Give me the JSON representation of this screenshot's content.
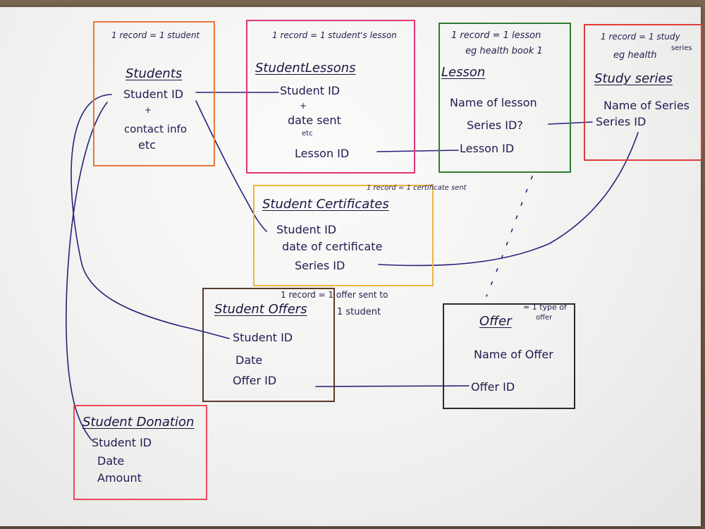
{
  "tables": {
    "students": {
      "note": "1 record = 1 student",
      "title": "Students",
      "fields": [
        "Student ID",
        "+",
        "contact info",
        "etc"
      ],
      "color": "#e8773c"
    },
    "student_lessons": {
      "note": "1 record = 1 student's lesson",
      "title": "StudentLessons",
      "fields": [
        "Student ID",
        "+",
        "date sent",
        "etc",
        "Lesson ID"
      ],
      "color": "#e0337a"
    },
    "lesson": {
      "note": "1 record = 1 lesson",
      "note2": "eg health book 1",
      "title": "Lesson",
      "fields": [
        "Name of lesson",
        "Series ID?",
        "Lesson ID"
      ],
      "color": "#2e7d34"
    },
    "study_series": {
      "note": "1 record = 1 study",
      "note2": "series",
      "note3": "eg health",
      "title": "Study series",
      "fields": [
        "Name of Series",
        "Series ID"
      ],
      "color": "#e23b3b"
    },
    "student_certificates": {
      "note": "1 record = 1 certificate sent",
      "title": "Student Certificates",
      "fields": [
        "Student ID",
        "date of certificate",
        "Series ID"
      ],
      "color": "#f0b53a"
    },
    "student_offers": {
      "note": "1 record = 1 offer sent to",
      "note2": "1 student",
      "title": "Student Offers",
      "fields": [
        "Student ID",
        "Date",
        "Offer ID"
      ],
      "color": "#5a3a2a"
    },
    "offer": {
      "note": "= 1 type of",
      "note2": "offer",
      "title": "Offer",
      "fields": [
        "Name of Offer",
        "Offer ID"
      ],
      "color": "#2b2b2b"
    },
    "student_donation": {
      "title": "Student Donation",
      "fields": [
        "Student ID",
        "Date",
        "Amount"
      ],
      "color": "#ea4a5a"
    }
  },
  "ink_color": "#27217a"
}
